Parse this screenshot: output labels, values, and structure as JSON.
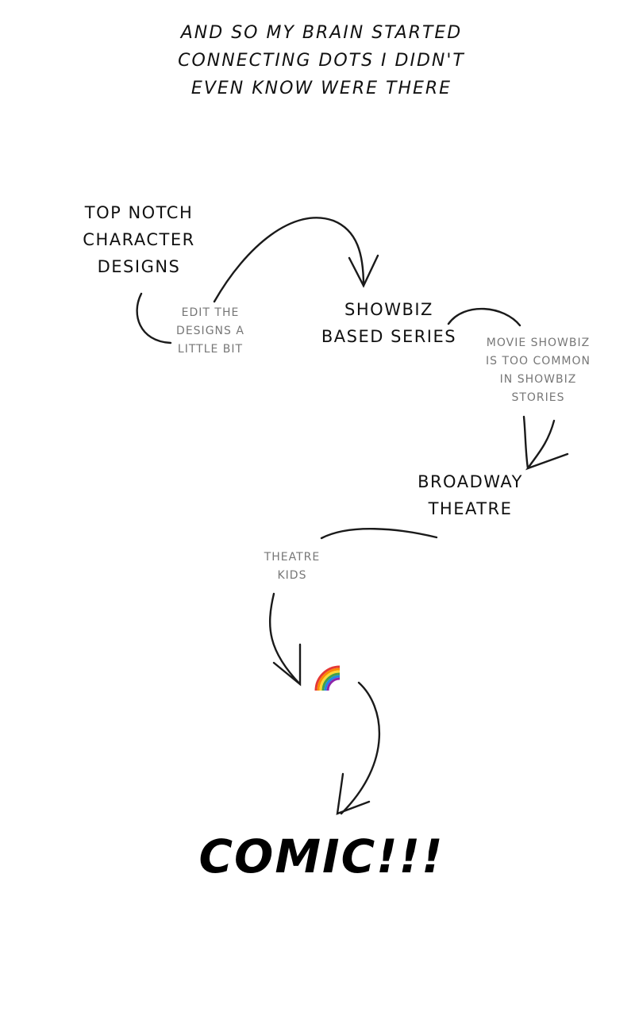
{
  "caption": "AND SO MY BRAIN STARTED\nCONNECTING DOTS I DIDN'T\nEVEN KNOW WERE THERE",
  "nodes": {
    "character_designs": "TOP NOTCH\nCHARACTER\nDESIGNS",
    "showbiz_series": "SHOWBIZ\nBASED SERIES",
    "broadway_theatre": "BROADWAY\nTHEATRE",
    "comic": "COMIC!!!"
  },
  "notes": {
    "edit_designs": "EDIT THE\nDESIGNS A\nLITTLE BIT",
    "movie_showbiz": "MOVIE SHOWBIZ\nIS TOO COMMON\nIN SHOWBIZ\nSTORIES",
    "theatre_kids": "THEATRE\nKIDS"
  },
  "rainbow_icon": "rainbow-emoji"
}
